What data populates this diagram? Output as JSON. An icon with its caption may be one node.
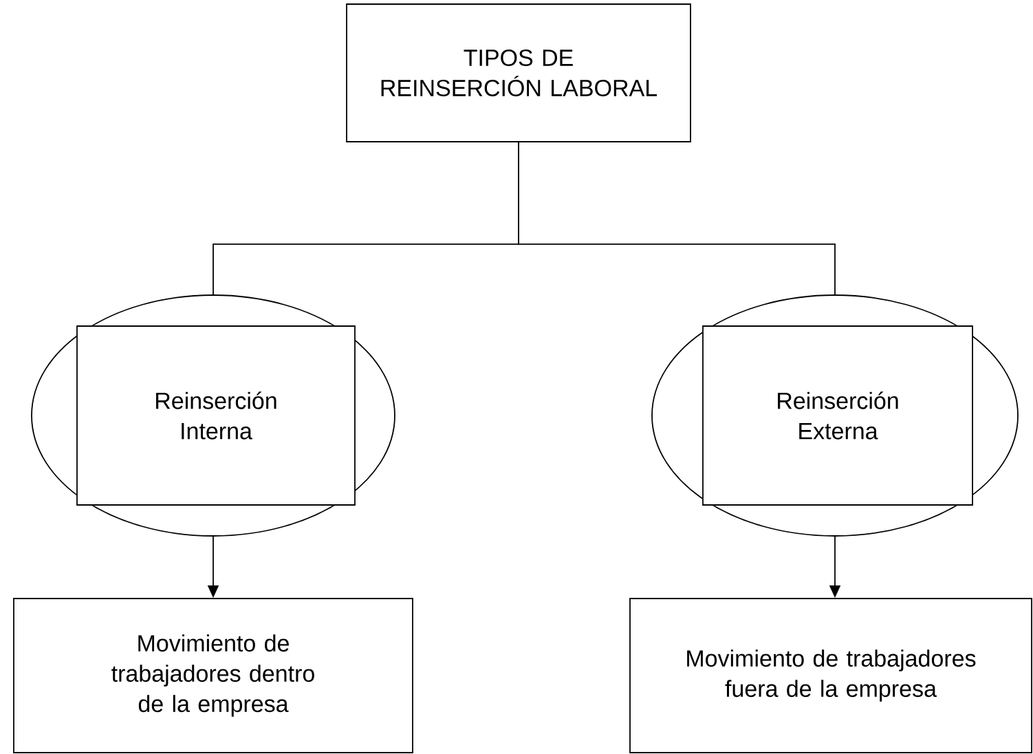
{
  "diagram": {
    "nodes": [
      {
        "text": [
          "TIPOS DE REINSERCIÓN LABORAL"
        ]
      },
      {
        "text": [],
        "shape": "circle"
      },
      {
        "text": [
          "Reinserción Interna"
        ],
        "in": 1
      },
      {
        "text": [],
        "shape": "circle"
      },
      {
        "text": [
          "Reinserción Externa"
        ],
        "in": 3
      },
      {
        "text": [
          "Movimiento de trabajadores dentro de la empresa"
        ]
      },
      {
        "text": [
          "Movimiento de trabajadores fuera de la empresa"
        ]
      }
    ],
    "edges": [
      {
        "from": 0,
        "to": 1,
        "arrow": "none"
      },
      {
        "from": 0,
        "to": 3,
        "arrow": "none"
      },
      {
        "from": 1,
        "to": 5,
        "arrow": "to"
      },
      {
        "from": 3,
        "to": 6,
        "arrow": "to"
      }
    ]
  }
}
